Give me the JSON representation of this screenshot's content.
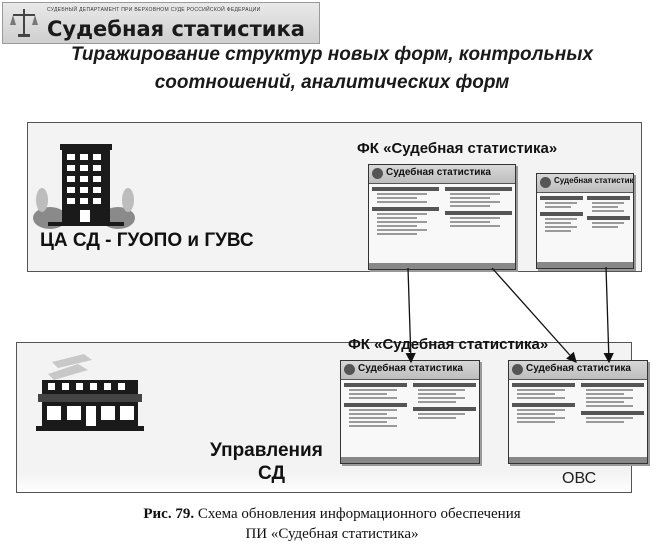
{
  "banner": {
    "top_line": "СУДЕБНЫЙ ДЕПАРТАМЕНТ ПРИ ВЕРХОВНОМ СУДЕ РОССИЙСКОЙ ФЕДЕРАЦИИ",
    "brand": "Судебная статистика",
    "emblem_icon": "scales-of-justice-icon"
  },
  "heading": {
    "line1": "Тиражирование структур новых форм, контрольных",
    "line2": "соотношений, аналитических форм"
  },
  "top_box": {
    "fk_label": "ФК «Судебная статистика»",
    "org_label": "ЦА СД - ГУОПО  и ГУВС",
    "icon": "office-tower-icon"
  },
  "bottom_box": {
    "fk_label": "ФК «Судебная статистика»",
    "org_label_line1": "Управления",
    "org_label_line2": "СД",
    "ovs_label": "ОВС",
    "icon": "shopfront-building-icon"
  },
  "mini_title": "Судебная статистика",
  "caption": {
    "fig_label": "Рис. 79.",
    "line1": "Схема обновления информационного обеспечения",
    "line2": "ПИ «Судебная статистика»"
  }
}
